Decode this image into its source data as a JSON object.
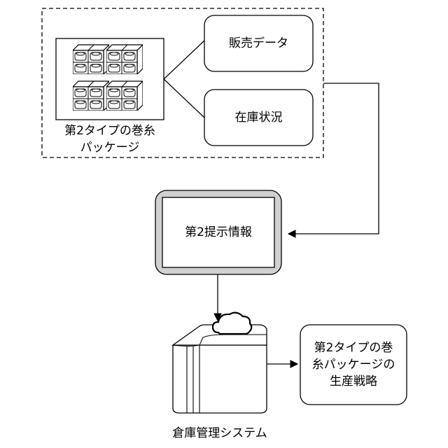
{
  "input_group": {
    "package_label_line1": "第2タイプの巻糸",
    "package_label_line2": "パッケージ",
    "sales_data": "販売データ",
    "inventory_status": "在庫状況"
  },
  "presentation": {
    "label": "第2提示情報"
  },
  "warehouse": {
    "label": "倉庫管理システム",
    "icon": "cloud-icon"
  },
  "strategy": {
    "line1": "第2タイプの巻",
    "line2": "糸パッケージの",
    "line3": "生産戦略"
  }
}
